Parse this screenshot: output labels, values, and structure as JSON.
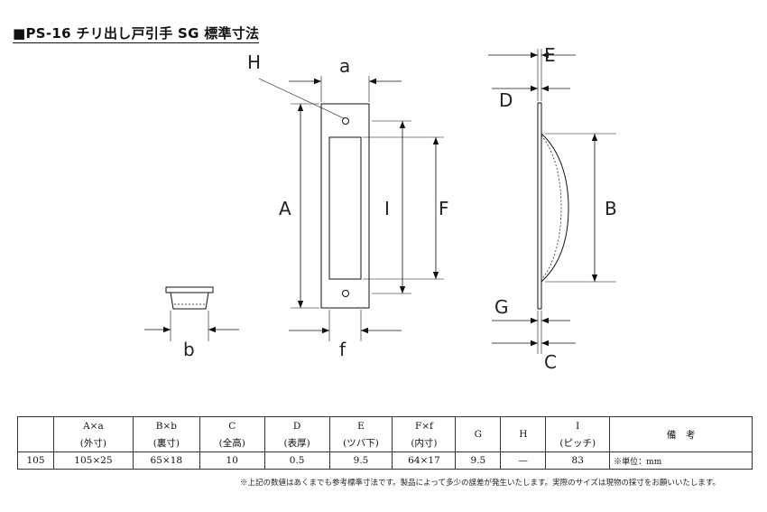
{
  "title": "■PS-16 チリ出し戸引手 SG 標準寸法",
  "labels": {
    "H": "H",
    "a": "a",
    "A": "A",
    "I": "I",
    "F": "F",
    "f": "f",
    "b": "b",
    "E": "E",
    "D": "D",
    "B": "B",
    "G": "G",
    "C": "C"
  },
  "table": {
    "headers": [
      {
        "top": "",
        "bottom": ""
      },
      {
        "top": "A×a",
        "bottom": "(外寸)"
      },
      {
        "top": "B×b",
        "bottom": "(裏寸)"
      },
      {
        "top": "C",
        "bottom": "(全高)"
      },
      {
        "top": "D",
        "bottom": "(表厚)"
      },
      {
        "top": "E",
        "bottom": "(ツバ下)"
      },
      {
        "top": "F×f",
        "bottom": "(内寸)"
      },
      {
        "top": "G",
        "bottom": ""
      },
      {
        "top": "H",
        "bottom": ""
      },
      {
        "top": "I",
        "bottom": "(ピッチ)"
      },
      {
        "top": "備　考",
        "bottom": ""
      }
    ],
    "row": [
      "105",
      "105×25",
      "65×18",
      "10",
      "0.5",
      "9.5",
      "64×17",
      "9.5",
      "—",
      "83",
      "※単位：mm"
    ]
  },
  "footnote": "※上記の数値はあくまでも参考標準寸法です。製品によって多少の誤差が発生いたします。実際のサイズは現物の採寸をお願いいたします。"
}
